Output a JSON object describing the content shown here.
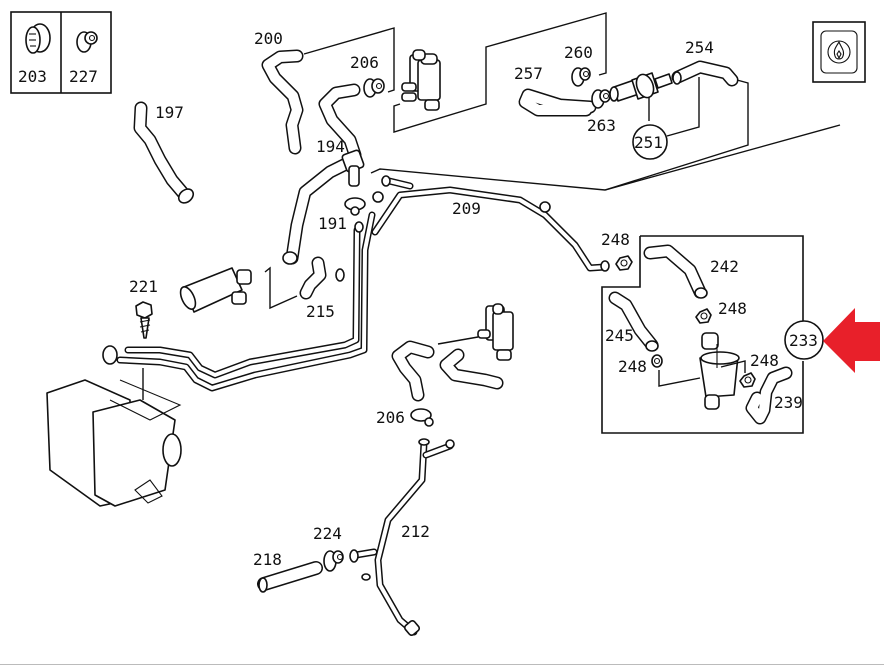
{
  "title": "Heater / auxiliary heater coolant hoses and pipes - exploded parts diagram",
  "legend_boxes": [
    {
      "part": "203",
      "icon": "clamp-ring-icon"
    },
    {
      "part": "227",
      "icon": "hose-clip-icon"
    }
  ],
  "badge_icon": "flame-heater-icon",
  "callouts": {
    "p197": "197",
    "p200": "200",
    "p206a": "206",
    "p206b": "206",
    "p194": "194",
    "p191": "191",
    "p209": "209",
    "p221": "221",
    "p215": "215",
    "p257": "257",
    "p260": "260",
    "p263": "263",
    "p254": "254",
    "p251": "251",
    "p248a": "248",
    "p242": "242",
    "p248b": "248",
    "p245": "245",
    "p248c": "248",
    "p248d": "248",
    "p239": "239",
    "p233": "233",
    "p224": "224",
    "p218": "218",
    "p212": "212"
  },
  "highlight": {
    "target_part": "233",
    "arrow_color": "#e8202a",
    "arrow_direction": "left"
  }
}
